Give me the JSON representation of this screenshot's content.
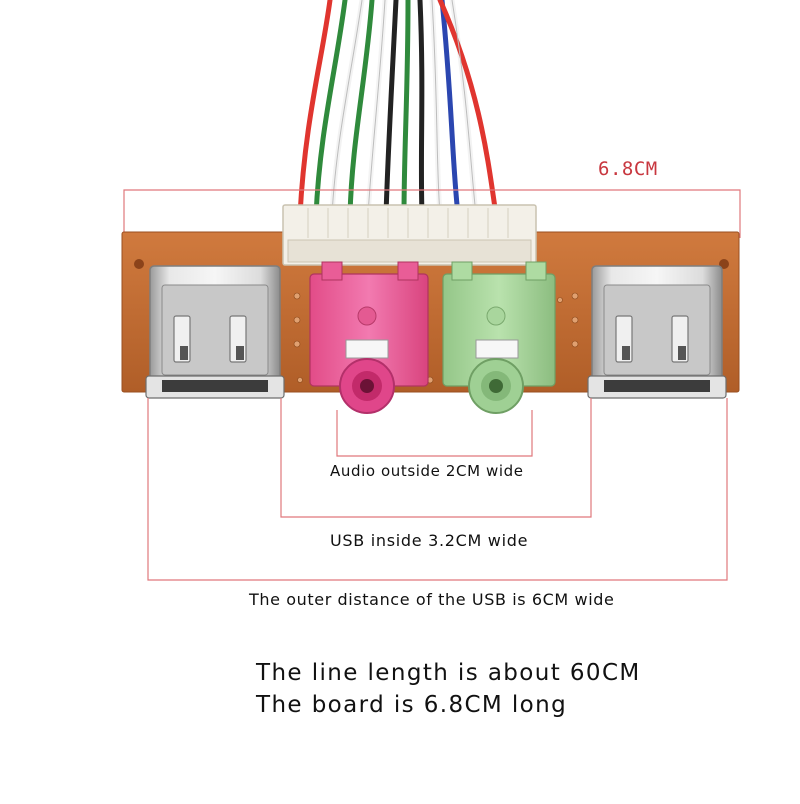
{
  "dimensions": {
    "board_length_label": "6.8CM",
    "audio_label": "Audio outside 2CM wide",
    "usb_inside_label": "USB inside 3.2CM wide",
    "usb_outer_label": "The outer distance of the USB is 6CM wide"
  },
  "notes": {
    "line1": "The line length is about 60CM",
    "line2": "The board is 6.8CM long"
  },
  "colors": {
    "dimension_line": "#e0787c",
    "dimension_text": "#c8373f",
    "pcb": "#c06a32",
    "audio_pink": "#ee5c96",
    "audio_green": "#a6d69a",
    "usb_metal": "#d6d6d6"
  }
}
